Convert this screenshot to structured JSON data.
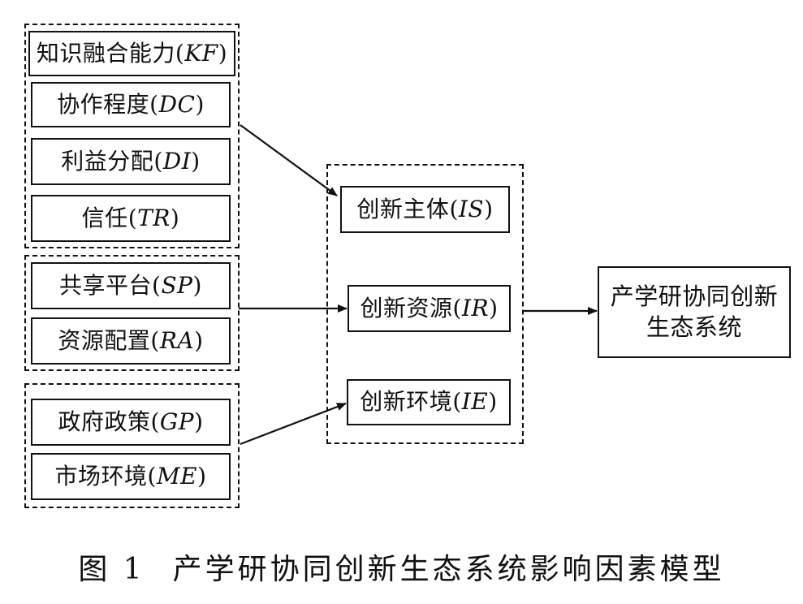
{
  "groups": {
    "group_1": {
      "items": [
        {
          "label": "知识融合能力",
          "code": "KF"
        },
        {
          "label": "协作程度",
          "code": "DC"
        },
        {
          "label": "利益分配",
          "code": "DI"
        },
        {
          "label": "信任",
          "code": "TR"
        }
      ]
    },
    "group_2": {
      "items": [
        {
          "label": "共享平台",
          "code": "SP"
        },
        {
          "label": "资源配置",
          "code": "RA"
        }
      ]
    },
    "group_3": {
      "items": [
        {
          "label": "政府政策",
          "code": "GP"
        },
        {
          "label": "市场环境",
          "code": "ME"
        }
      ]
    }
  },
  "middle": {
    "items": [
      {
        "label": "创新主体",
        "code": "IS"
      },
      {
        "label": "创新资源",
        "code": "IR"
      },
      {
        "label": "创新环境",
        "code": "IE"
      }
    ]
  },
  "outcome": {
    "line1": "产学研协同创新",
    "line2": "生态系统"
  },
  "caption": {
    "number": "图 1",
    "title": "产学研协同创新生态系统影响因素模型"
  }
}
